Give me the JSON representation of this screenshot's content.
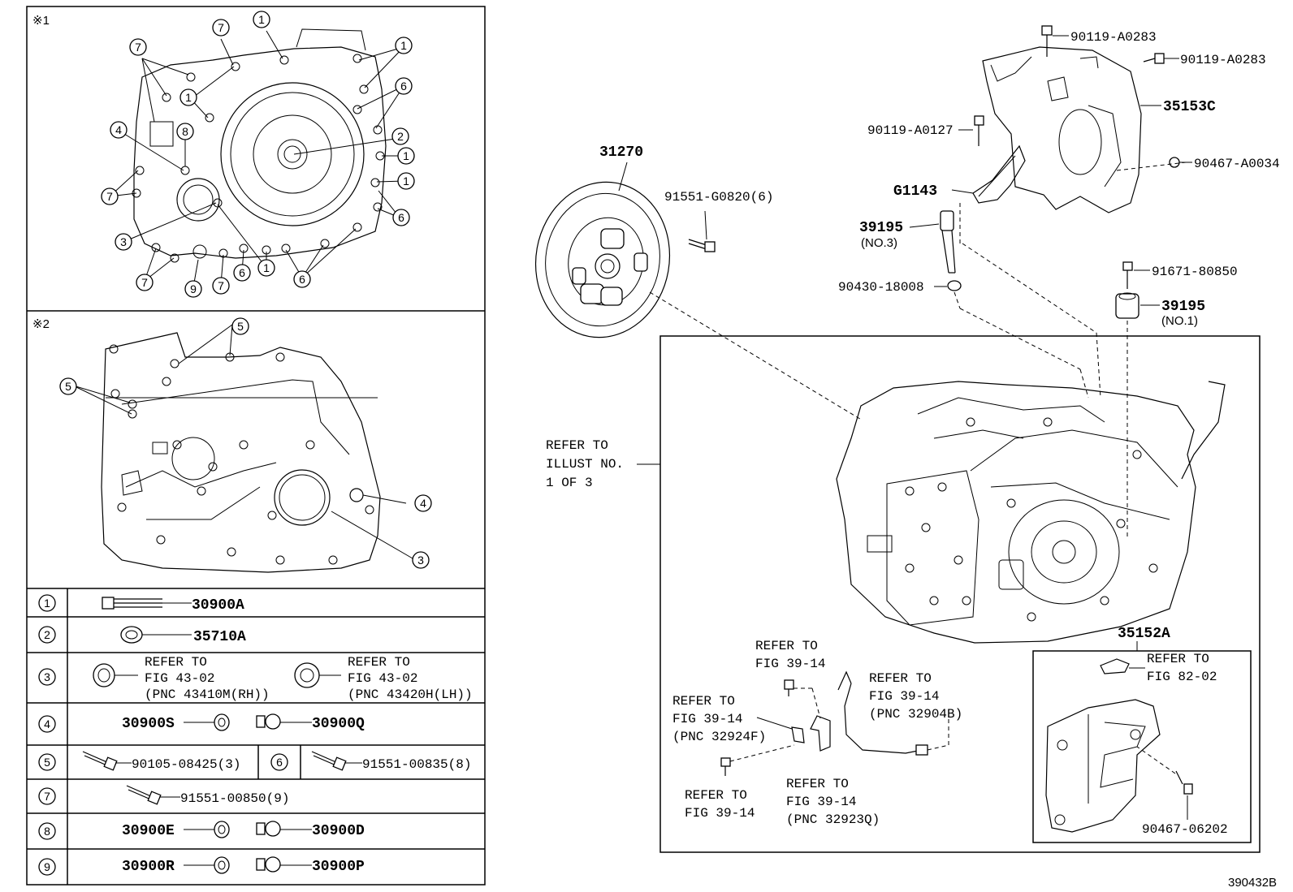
{
  "left_panel": {
    "view1_marker": "※1",
    "view2_marker": "※2",
    "callout_rows": [
      {
        "num": "1",
        "parts": [
          "30900A"
        ]
      },
      {
        "num": "2",
        "parts": [
          "35710A"
        ]
      },
      {
        "num": "3",
        "refer_rh": [
          "REFER TO",
          "FIG 43-02",
          "(PNC 43410M(RH))"
        ],
        "refer_lh": [
          "REFER TO",
          "FIG 43-02",
          "(PNC 43420H(LH))"
        ]
      },
      {
        "num": "4",
        "parts": [
          "30900S",
          "30900Q"
        ]
      },
      {
        "num": "5",
        "parts": [
          "90105-08425(3)"
        ]
      },
      {
        "num": "6",
        "parts": [
          "91551-00835(8)"
        ]
      },
      {
        "num": "7",
        "parts": [
          "91551-00850(9)"
        ]
      },
      {
        "num": "8",
        "parts": [
          "30900E",
          "30900D"
        ]
      },
      {
        "num": "9",
        "parts": [
          "30900R",
          "30900P"
        ]
      }
    ]
  },
  "parts": {
    "p31270": "31270",
    "p91551_g0820": "91551-G0820(6)",
    "p90119_a0283_a": "90119-A0283",
    "p90119_a0283_b": "90119-A0283",
    "p35153c": "35153C",
    "p90119_a0127": "90119-A0127",
    "p90467_a0034": "90467-A0034",
    "pg1143": "G1143",
    "p39195_no3": "39195",
    "p39195_no3_sub": "(NO.3)",
    "p90430_18008": "90430-18008",
    "p91671_80850": "91671-80850",
    "p39195_no1": "39195",
    "p39195_no1_sub": "(NO.1)",
    "p35152a": "35152A",
    "p90467_06202": "90467-06202"
  },
  "refer_notes": {
    "illust": [
      "REFER TO",
      "ILLUST NO.",
      "1 OF 3"
    ],
    "fig82": [
      "REFER TO",
      "FIG 82-02"
    ],
    "fig39_top": [
      "REFER TO",
      "FIG 39-14"
    ],
    "fig39_32904b": [
      "REFER TO",
      "FIG 39-14",
      "(PNC 32904B)"
    ],
    "fig39_32924f": [
      "REFER TO",
      "FIG 39-14",
      "(PNC 32924F)"
    ],
    "fig39_bottom": [
      "REFER TO",
      "FIG 39-14"
    ],
    "fig39_32923q": [
      "REFER TO",
      "FIG 39-14",
      "(PNC 32923Q)"
    ]
  },
  "illustration_id": "390432B"
}
